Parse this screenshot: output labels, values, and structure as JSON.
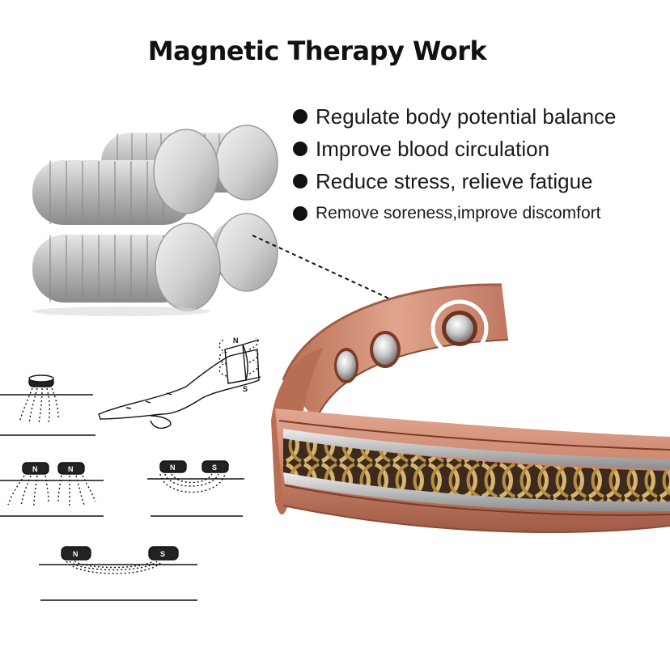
{
  "title": "Magnetic Therapy Work",
  "benefits": [
    "Regulate body potential balance",
    "Improve blood circulation",
    "Reduce stress, relieve fatigue",
    "Remove soreness,improve discomfort"
  ],
  "diagram_pole_labels": [
    "N",
    "S"
  ],
  "colors": {
    "title": "#111111",
    "text": "#1a1a1a",
    "copper": "#c9826a",
    "copper_dark": "#8e4a34",
    "magnet_silver": "#d9d9d9",
    "gold_chain": "#c8a25a"
  }
}
